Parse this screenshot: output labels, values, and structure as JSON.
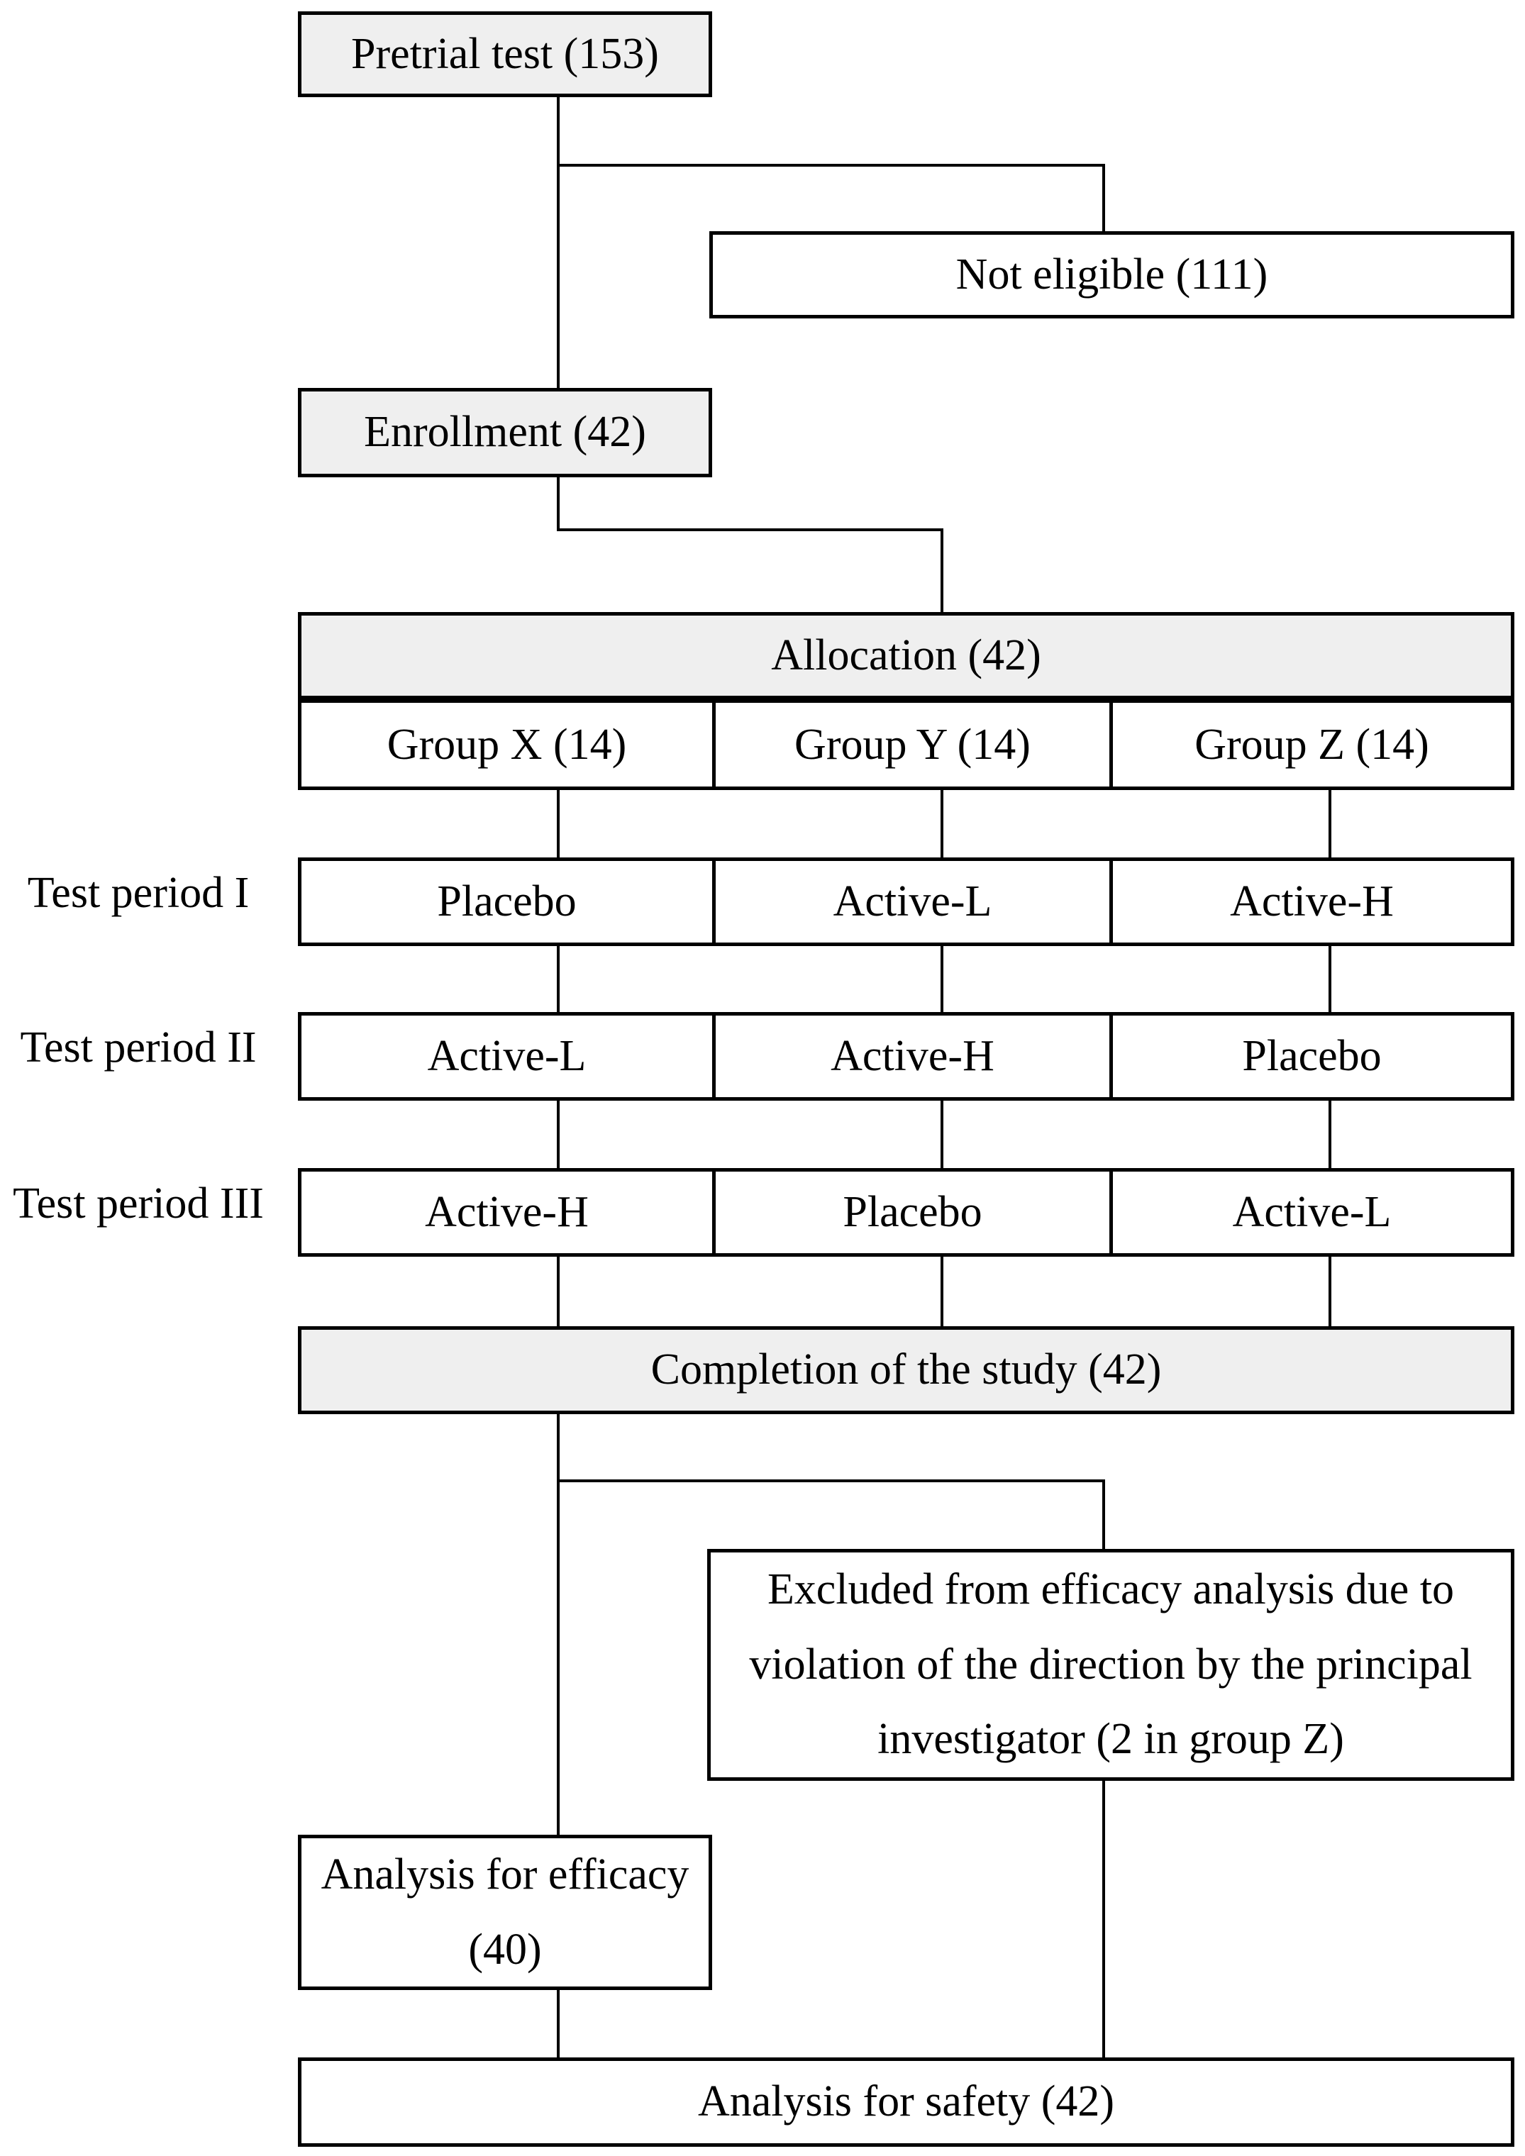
{
  "diagram": {
    "colors": {
      "background": "#ffffff",
      "line": "#000000",
      "shaded_box_fill": "#efefef",
      "plain_box_fill": "#ffffff"
    },
    "nodes": {
      "pretrial": {
        "label": "Pretrial test (153)"
      },
      "not_eligible": {
        "label": "Not eligible (111)"
      },
      "enrollment": {
        "label": "Enrollment (42)"
      },
      "allocation": {
        "label": "Allocation (42)"
      },
      "groups": [
        "Group X (14)",
        "Group Y (14)",
        "Group Z (14)"
      ],
      "completion": {
        "label": "Completion of the study (42)"
      },
      "excluded": {
        "lines": [
          "Excluded from efficacy analysis due to",
          "violation of the direction by the principal",
          "investigator (2 in group Z)"
        ]
      },
      "efficacy": {
        "lines": [
          "Analysis for efficacy",
          "(40)"
        ]
      },
      "safety": {
        "label": "Analysis for safety (42)"
      }
    },
    "period_rows": [
      {
        "label": "Test period I",
        "cells": [
          "Placebo",
          "Active-L",
          "Active-H"
        ]
      },
      {
        "label": "Test period II",
        "cells": [
          "Active-L",
          "Active-H",
          "Placebo"
        ]
      },
      {
        "label": "Test period III",
        "cells": [
          "Active-H",
          "Placebo",
          "Active-L"
        ]
      }
    ]
  }
}
